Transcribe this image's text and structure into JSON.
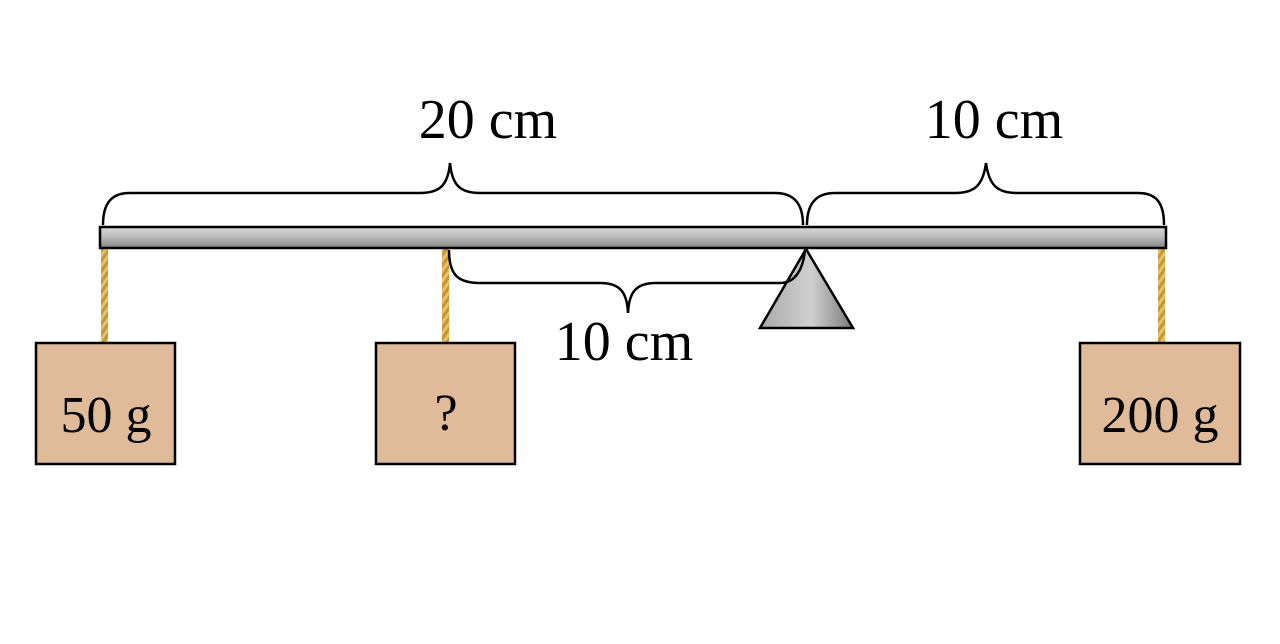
{
  "labels": {
    "left_span": "20 cm",
    "right_span": "10 cm",
    "inner_span": "10 cm"
  },
  "weights": {
    "left": "50 g",
    "middle": "?",
    "right": "200 g"
  },
  "colors": {
    "box_fill": "#dfbb9a",
    "rope": "#c8962a",
    "beam_light": "#e0e0e0",
    "beam_dark": "#8c8c8c",
    "fulcrum": "#9a9a9a"
  }
}
